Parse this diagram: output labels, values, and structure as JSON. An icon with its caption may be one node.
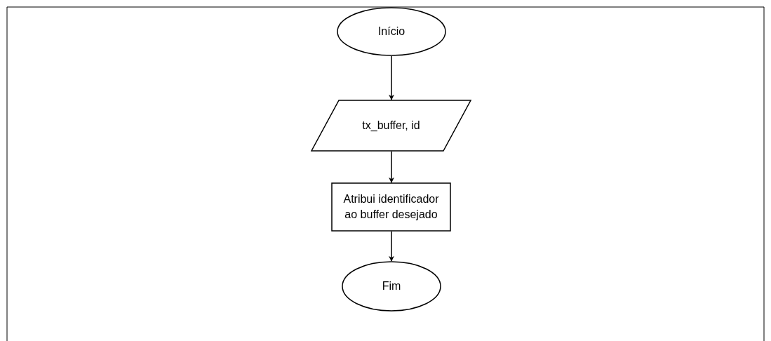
{
  "diagram": {
    "nodes": [
      {
        "text": [
          "Início"
        ]
      },
      {
        "text": [
          "tx_buffer, id"
        ]
      },
      {
        "text": [
          "Atribui identificador ao buffer desejado"
        ]
      },
      {
        "text": [
          "Fim"
        ]
      }
    ],
    "edges": [
      {
        "from": 0,
        "to": 1,
        "arrow": "to"
      },
      {
        "from": 1,
        "to": 2,
        "arrow": "to"
      },
      {
        "from": 2,
        "to": 3,
        "arrow": "to"
      }
    ]
  }
}
